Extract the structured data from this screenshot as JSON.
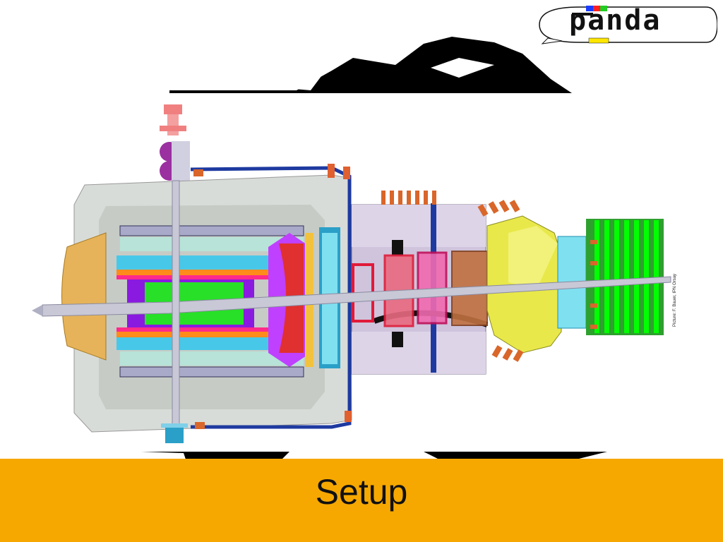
{
  "slide": {
    "title": "Setup",
    "logo": {
      "text": "panda"
    },
    "credit": "Picture: F. Bauer, IPN Orsay"
  },
  "colors": {
    "footer_band": "#f6a800",
    "magnet_yoke": "#d8dcd8",
    "dipole": "#c9bfd7",
    "beam_pipe": "#c8c8d6",
    "calorimeter": "#e8e84a",
    "muon_green": "#22cc22"
  }
}
